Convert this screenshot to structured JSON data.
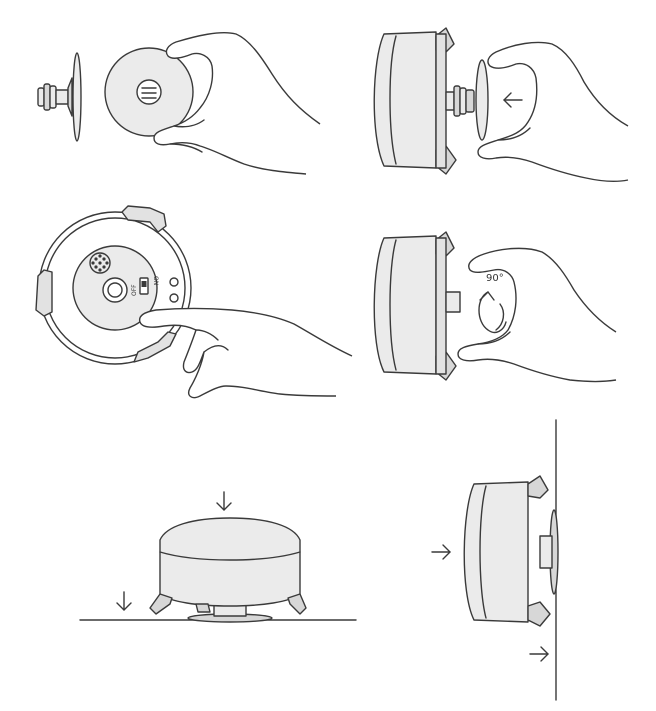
{
  "colors": {
    "line": "#3a3a3a",
    "fill_light": "#ebebeb",
    "fill_mid": "#d7d7d7",
    "background": "#ffffff"
  },
  "panels": [
    {
      "id": "step-1",
      "icons": [
        "suction-mount-icon",
        "mounting-plate-icon",
        "hand-icon"
      ]
    },
    {
      "id": "step-2",
      "icons": [
        "device-side-icon",
        "suction-mount-icon",
        "arrow-left-icon",
        "hand-icon"
      ]
    },
    {
      "id": "step-3",
      "icons": [
        "device-top-icon",
        "power-switch-icon",
        "hand-pointing-icon"
      ]
    },
    {
      "id": "step-4",
      "icons": [
        "device-side-icon",
        "rotate-icon",
        "hand-icon"
      ],
      "rotate_label": "90°"
    },
    {
      "id": "step-5",
      "icons": [
        "device-floor-icon",
        "arrow-down-icon",
        "arrow-down-icon"
      ]
    },
    {
      "id": "step-6",
      "icons": [
        "device-wall-icon",
        "arrow-right-icon",
        "arrow-right-icon"
      ]
    }
  ],
  "switch": {
    "off_label": "OFF",
    "on_label": "ON"
  }
}
